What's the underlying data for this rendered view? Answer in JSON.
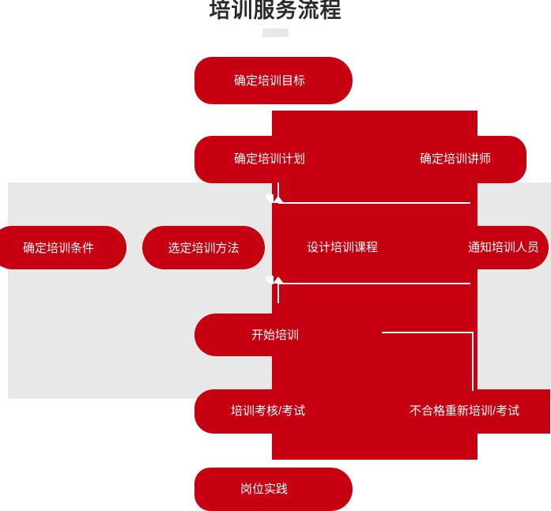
{
  "page": {
    "title": "培训服务流程",
    "bg_color": "#ffffff",
    "accent_red": "#c60011",
    "panel_gray": "#e8e8e8",
    "title_color": "#2b2b2b"
  },
  "flow": {
    "steps": [
      {
        "id": "goal",
        "label": "确定培训目标",
        "row": 1
      },
      {
        "id": "plan",
        "label": "确定培训计划",
        "row": 2
      },
      {
        "id": "trainer",
        "label": "确定培训讲师",
        "row": 2
      },
      {
        "id": "condition",
        "label": "确定培训条件",
        "row": 3
      },
      {
        "id": "method",
        "label": "选定培训方法",
        "row": 3
      },
      {
        "id": "course",
        "label": "设计培训课程",
        "row": 3
      },
      {
        "id": "notify",
        "label": "通知培训人员",
        "row": 3
      },
      {
        "id": "start",
        "label": "开始培训",
        "row": 4
      },
      {
        "id": "exam",
        "label": "培训考核/考试",
        "row": 5
      },
      {
        "id": "retrain",
        "label": "不合格重新培训/考试",
        "row": 5
      },
      {
        "id": "practice",
        "label": "岗位实践",
        "row": 6
      }
    ]
  }
}
